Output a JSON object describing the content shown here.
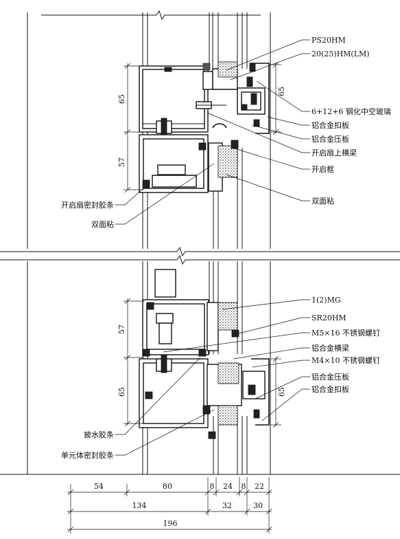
{
  "labels_right": [
    "PS20HM",
    "20(25)HM(LM)",
    "6+12+6 钢化中空玻璃",
    "铝合金扣板",
    "铝合金压板",
    "开启扇上横梁",
    "开启框",
    "双面粘",
    "1(2)MG",
    "SR20HM",
    "M5×16 不锈钢螺钉",
    "铝合金横梁",
    "M4×10 不锈钢螺钉",
    "铝合金压板",
    "铝合金扣板"
  ],
  "labels_left": [
    "开启扇密封胶条",
    "双面粘",
    "披水胶条",
    "单元体密封胶条"
  ],
  "dims_vertical_left": [
    "65",
    "57",
    "57",
    "65"
  ],
  "dims_vertical_right": [
    "65",
    "65"
  ],
  "dims_bottom_row1": [
    "54",
    "80",
    "8",
    "24",
    "8",
    "22"
  ],
  "dims_bottom_row2": [
    "134",
    "32",
    "30"
  ],
  "dims_bottom_row3": [
    "196"
  ]
}
